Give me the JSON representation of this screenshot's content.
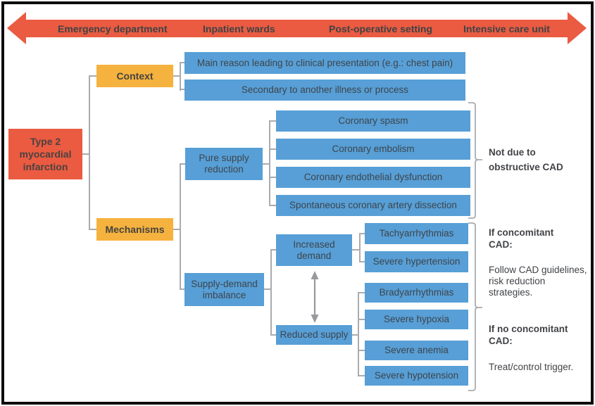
{
  "colors": {
    "accent_red": "#EA5B41",
    "accent_amber": "#F5B23E",
    "accent_blue": "#579FD6",
    "connector_gray": "#A9ABAE"
  },
  "timeline": {
    "settings": [
      "Emergency department",
      "Inpatient wards",
      "Post-operative setting",
      "Intensive care unit"
    ]
  },
  "diagram": {
    "root": "Type 2 myocardial infarction",
    "context": {
      "label": "Context",
      "items": [
        "Main reason leading to clinical presentation (e.g.: chest pain)",
        "Secondary to another illness or process"
      ]
    },
    "mechanisms": {
      "label": "Mechanisms",
      "pure_supply": {
        "label": "Pure supply reduction",
        "items": [
          "Coronary spasm",
          "Coronary embolism",
          "Coronary endothelial dysfunction",
          "Spontaneous coronary artery dissection"
        ]
      },
      "supply_demand": {
        "label": "Supply-demand imbalance",
        "increased_demand": {
          "label": "Increased demand",
          "items": [
            "Tachyarrhythmias",
            "Severe hypertension"
          ]
        },
        "reduced_supply": {
          "label": "Reduced supply",
          "items": [
            "Bradyarrhythmias",
            "Severe hypoxia",
            "Severe anemia",
            "Severe hypotension"
          ]
        }
      }
    },
    "annotations": {
      "not_due": "Not due to obstructive CAD",
      "concomitant_title": "If concomitant CAD:",
      "concomitant_body": "Follow CAD guidelines, risk reduction strategies.",
      "no_concomitant_title": "If no concomitant CAD:",
      "no_concomitant_body": "Treat/control trigger."
    }
  }
}
